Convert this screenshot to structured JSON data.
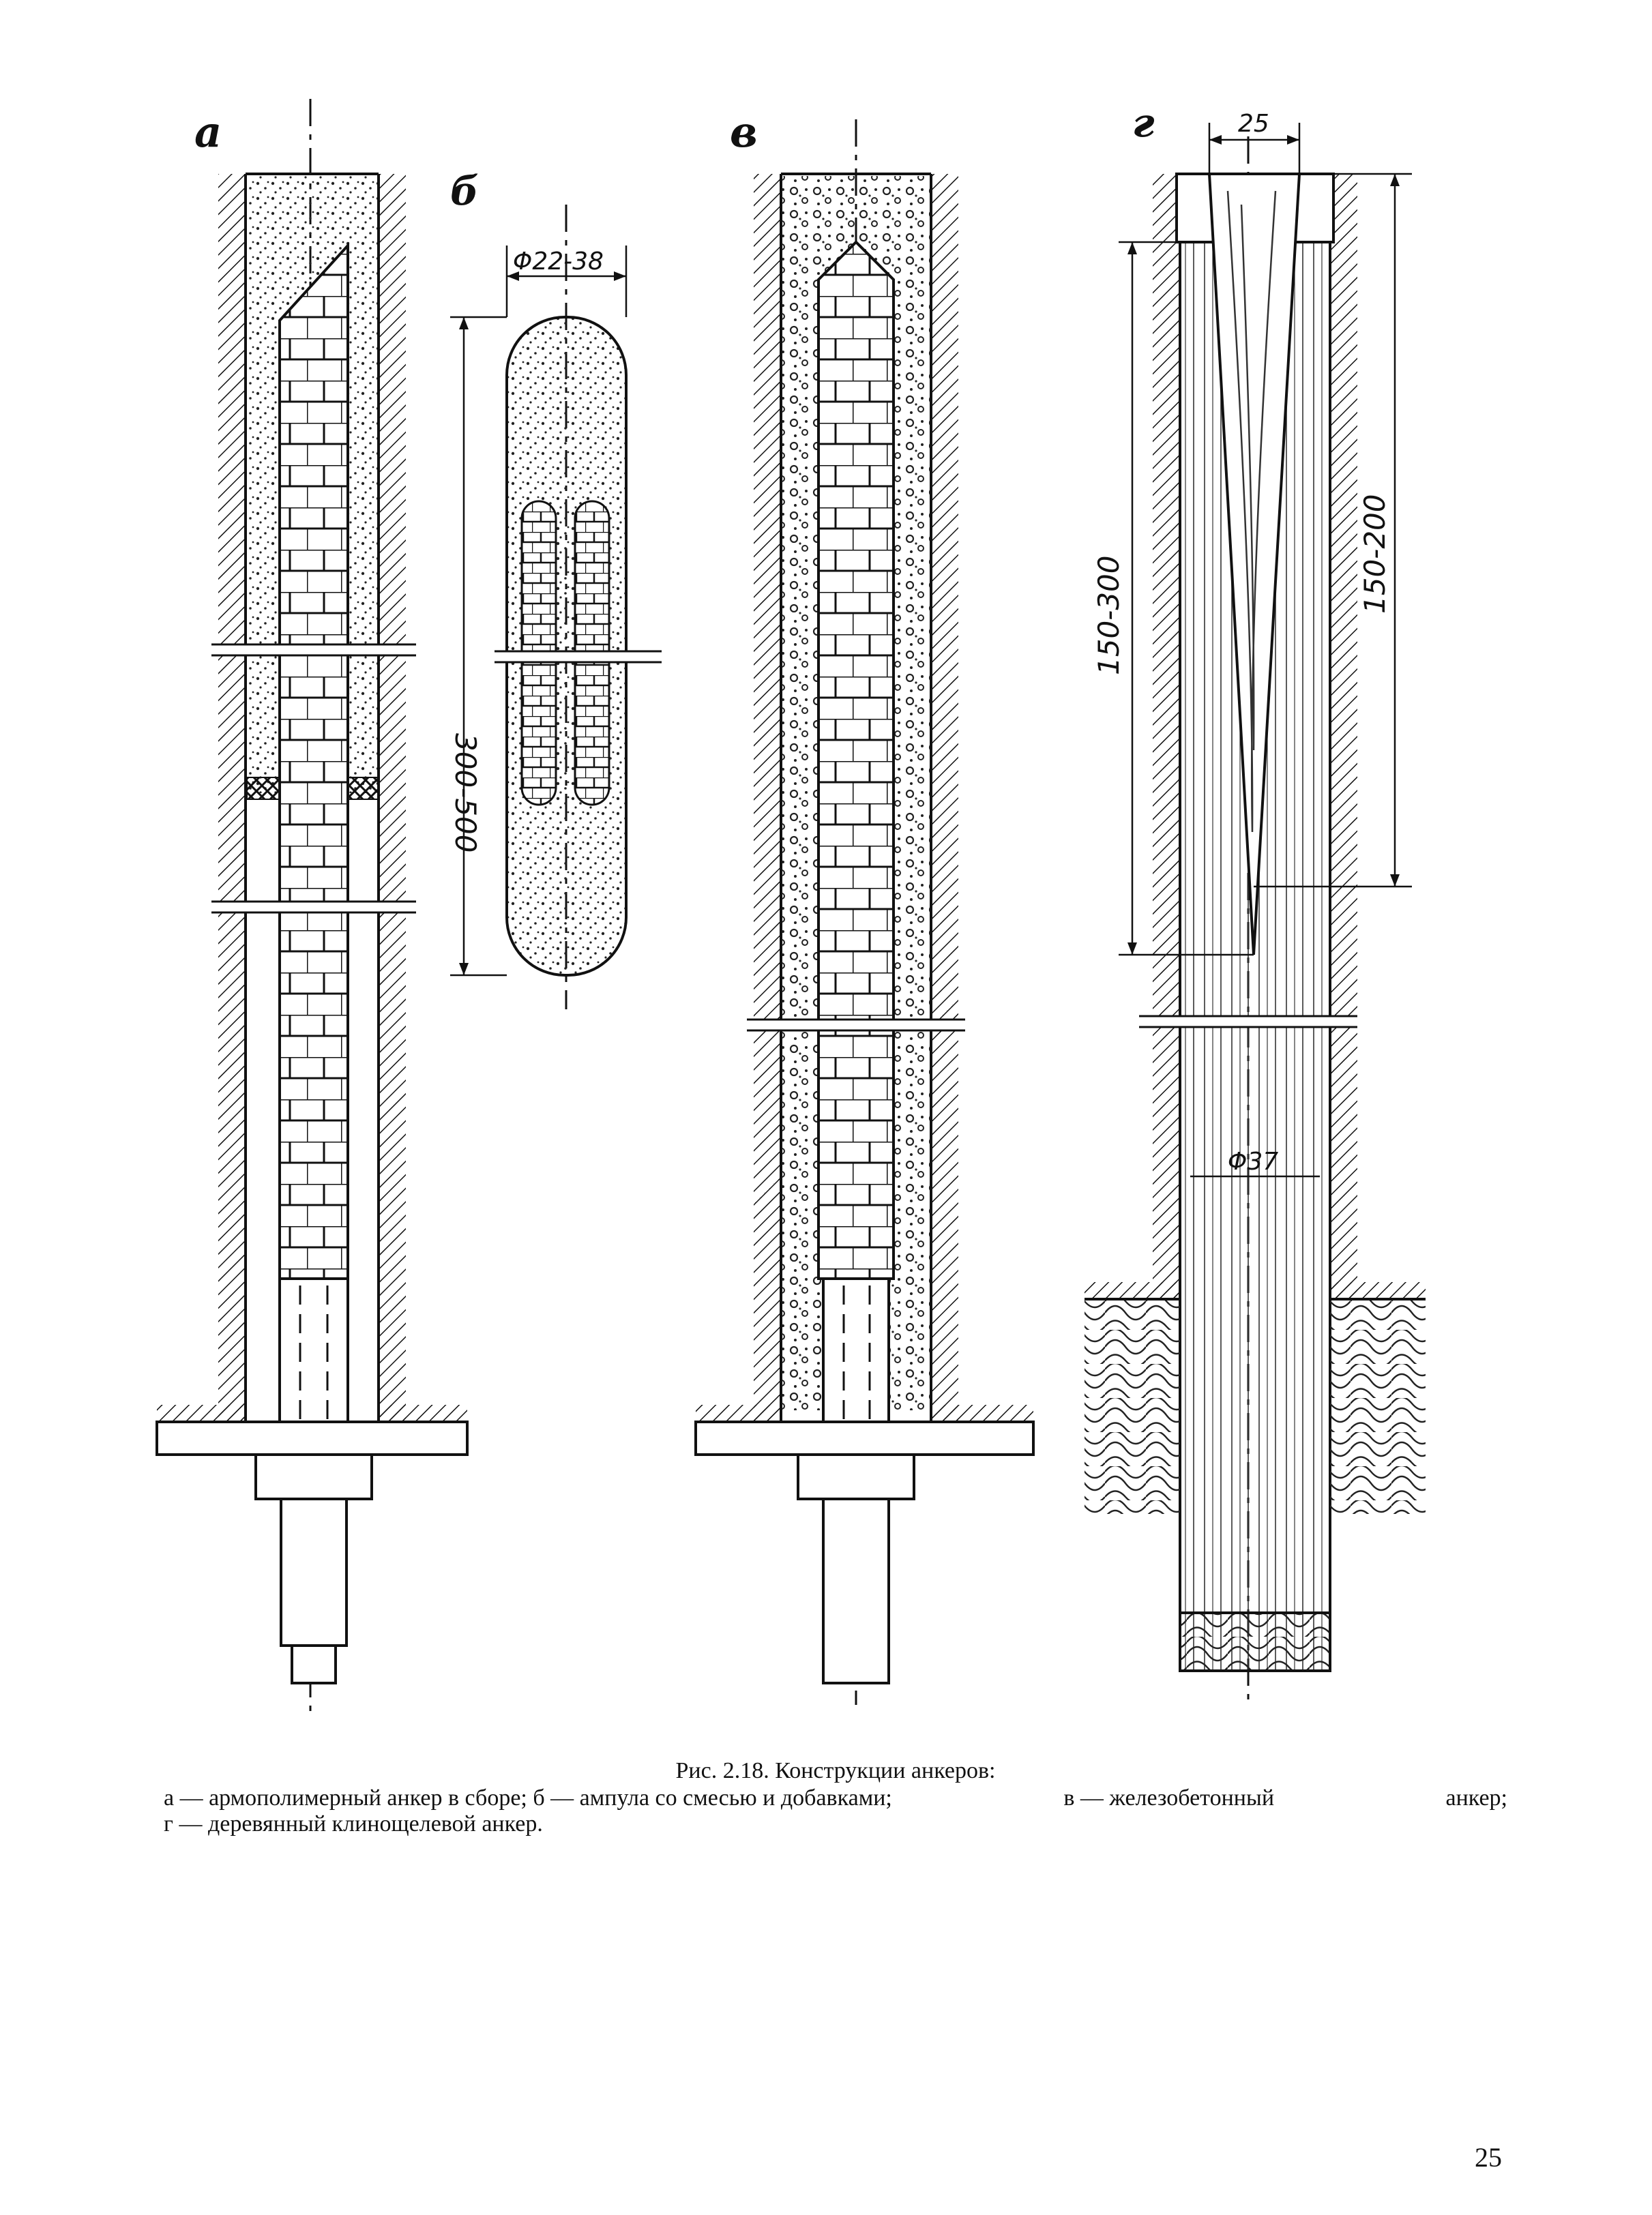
{
  "figure": {
    "panels": [
      {
        "id": "a",
        "label": "а"
      },
      {
        "id": "b",
        "label": "б"
      },
      {
        "id": "v",
        "label": "в"
      },
      {
        "id": "g",
        "label": "г"
      }
    ],
    "dimensions": {
      "ampoule_diameter": "Φ22-38",
      "ampoule_length": "300-500",
      "wedge_width": "25",
      "slot_depth": "150-300",
      "wedge_length": "150-200",
      "rod_diameter": "Φ37"
    }
  },
  "caption": {
    "title": "Рис. 2.18. Конструкции анкеров:",
    "line1_a": "а — армополимерный анкер в сборе; б — ампула со смесью и добавками;",
    "line1_b": "в — железобетонный",
    "line1_c": "анкер;",
    "line2": "г — деревянный клинощелевой анкер."
  },
  "page_number": "25"
}
